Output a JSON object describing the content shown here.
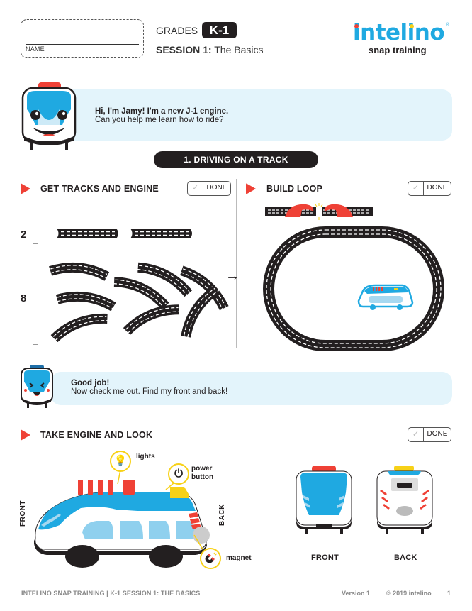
{
  "header": {
    "name_label": "NAME",
    "grades_label": "GRADES",
    "grade_value": "K-1",
    "session_prefix": "SESSION 1:",
    "session_title": "The Basics",
    "logo_text": "intelino",
    "logo_sub": "snap training",
    "logo_reg": "®"
  },
  "intro_bubble": {
    "title": "Hi, I'm Jamy! I'm a new J-1 engine.",
    "text": "Can you help me learn how to ride?"
  },
  "section": {
    "banner": "1. DRIVING ON A TRACK"
  },
  "steps": [
    {
      "title": "GET TRACKS AND ENGINE",
      "done_label": "DONE"
    },
    {
      "title": "BUILD LOOP",
      "done_label": "DONE"
    },
    {
      "title": "TAKE ENGINE AND LOOK",
      "done_label": "DONE"
    }
  ],
  "tracks": {
    "straight_count": "2",
    "curve_count": "8",
    "arrow": "→"
  },
  "good_job_bubble": {
    "title": "Good job!",
    "text": "Now check me out. Find my front and back!"
  },
  "engine_diagram": {
    "front_label": "FRONT",
    "back_label": "BACK",
    "callouts": {
      "lights": "lights",
      "power_line1": "power",
      "power_line2": "button",
      "magnet": "magnet"
    },
    "views": {
      "front": "FRONT",
      "back": "BACK"
    }
  },
  "colors": {
    "brand_blue": "#1fa9e1",
    "accent_red": "#ef4136",
    "bubble_bg": "#e3f4fb",
    "callout_yellow": "#f7d117",
    "dark": "#231f20"
  },
  "footer": {
    "left": "INTELINO SNAP TRAINING | K-1 SESSION 1: THE BASICS",
    "version": "Version 1",
    "copyright": "© 2019 intelino",
    "page": "1"
  }
}
